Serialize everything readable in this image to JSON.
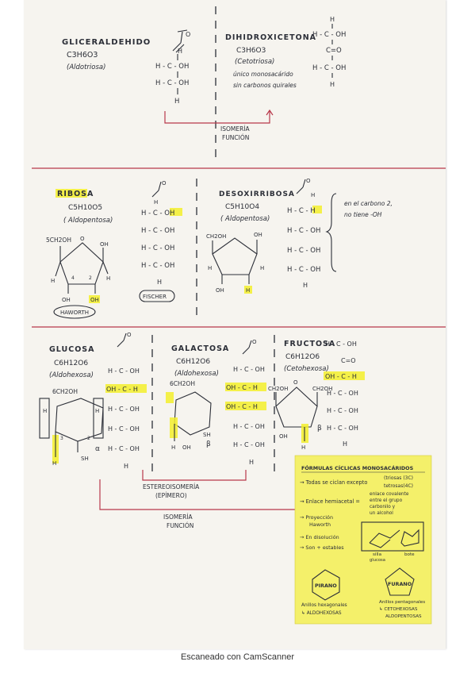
{
  "sec1": {
    "gliceraldehido": {
      "name": "GLICERALDEHIDO",
      "formula": "C3H6O3",
      "type": "(Aldotriosa)",
      "lines": [
        "H - C - OH",
        "H - C - OH",
        "H"
      ]
    },
    "dihidroxicetona": {
      "name": "DIHIDROXICETONA",
      "formula": "C3H6O3",
      "type": "(Cetotriosa)",
      "note1": "único monosacárido",
      "note2": "sin carbonos quirales",
      "lines": [
        "H",
        "H - C - OH",
        "C=O",
        "H - C - OH",
        "H"
      ]
    },
    "isomeria_1": "ISOMERÍA",
    "isomeria_2": "FUNCIÓN"
  },
  "sec2": {
    "ribosa": {
      "name": "RIBOSA",
      "formula": "C5H10O5",
      "type": "( Aldopentosa)",
      "ring_label": "5CH2OH",
      "haworth": "HAWORTH",
      "fischer": "FISCHER",
      "lines": [
        "H - C - OH",
        "H - C - OH",
        "H - C - OH",
        "H - C - OH",
        "H"
      ]
    },
    "desoxirribosa": {
      "name": "DESOXIRRIBOSA",
      "formula": "C5H10O4",
      "type": "( Aldopentosa)",
      "lines": [
        "H - C - H",
        "H - C - OH",
        "H - C - OH",
        "H - C - OH",
        "H"
      ]
    },
    "note1": "en el carbono 2,",
    "note2": "no tiene -OH"
  },
  "sec3": {
    "glucosa": {
      "name": "GLUCOSA",
      "formula": "C6H12O6",
      "type": "(Aldohexosa)",
      "ring_label": "6CH2OH",
      "alpha": "α",
      "lines": [
        "H - C - OH",
        "OH - C - H",
        "H - C - OH",
        "H - C - OH",
        "H - C - OH",
        "H"
      ]
    },
    "galactosa": {
      "name": "GALACTOSA",
      "formula": "C6H12O6",
      "type": "(Aldohexosa)",
      "ring_label": "6CH2OH",
      "beta": "β",
      "lines": [
        "H - C - OH",
        "OH - C - H",
        "OH - C - H",
        "H - C - OH",
        "H - C - OH",
        "H"
      ]
    },
    "fructosa": {
      "name": "FRUCTOSA",
      "formula": "C6H12O6",
      "type": "(Cetohexosa)",
      "beta": "β",
      "lines": [
        "H - C - OH",
        "C=O",
        "OH - C - H",
        "H - C - OH",
        "H - C - OH",
        "H - C - OH",
        "H"
      ]
    },
    "estereo_1": "ESTEREOISOMERÍA",
    "estereo_2": "(EPÍMERO)",
    "isomeria_1": "ISOMERÍA",
    "isomeria_2": "FUNCIÓN"
  },
  "note_card": {
    "title": "FÓRMULAS CÍCLICAS MONOSACÁRIDOS",
    "b1": "→ Todas se ciclan excepto",
    "b1_side1": "(triosas (3C)",
    "b1_side2": "tetrosas(4C)",
    "b2": "→ Enlace hemiacetal =",
    "b2_side1": "enlace covalente",
    "b2_side2": "entre el grupo",
    "b2_side3": "carbonilo y",
    "b2_side4": "un alcohol",
    "b3a": "→ Proyección",
    "b3b": "Haworth",
    "b4": "→ En disolución",
    "b5": "→ Son + estables",
    "silla": "silla",
    "bote": "bote",
    "glucosa_small": "glucosa",
    "pirano": "PIRANO",
    "furano": "FURANO",
    "pir_1": "Anillos hexagonales",
    "pir_2": "↳ ALDOHEXOSAS",
    "fur_1": "Anillos pentagonales",
    "fur_2": "↳ CETOHEXOSAS",
    "fur_3": "ALDOPENTOSAS"
  },
  "footer": "Escaneado con CamScanner",
  "colors": {
    "highlight": "#f3ee2c",
    "ink": "#2c2f38",
    "red_ink": "#b8384a",
    "sticky": "#f4f06a"
  }
}
